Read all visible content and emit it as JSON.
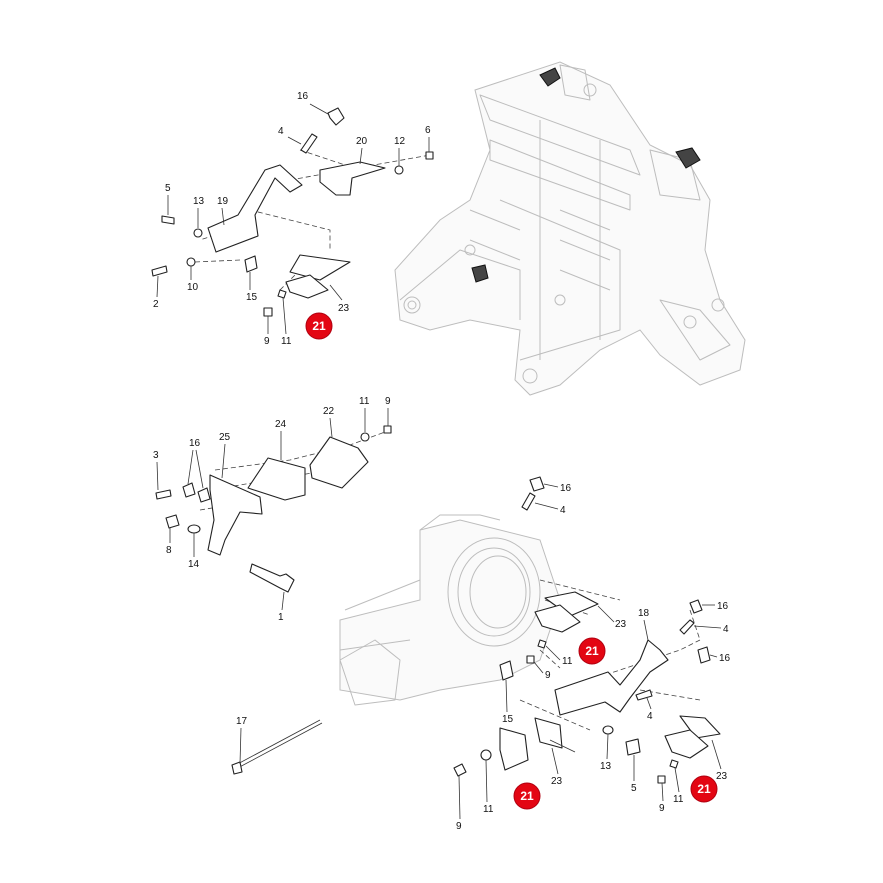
{
  "colors": {
    "highlight": "#e30613",
    "line": "#222222",
    "ghost": "#bdbdbd",
    "background": "#ffffff"
  },
  "highlighted_part": "21",
  "callouts": {
    "a": [
      "16",
      "4",
      "20",
      "12",
      "6",
      "5",
      "13",
      "19",
      "2",
      "10",
      "15",
      "23",
      "9",
      "11",
      "21"
    ],
    "b": [
      "11",
      "9",
      "22",
      "24",
      "16",
      "25",
      "3",
      "8",
      "14",
      "1",
      "17"
    ],
    "c": [
      "16",
      "4",
      "23",
      "21",
      "11",
      "9",
      "15",
      "18",
      "16",
      "4",
      "16",
      "13",
      "5",
      "23",
      "11",
      "9",
      "21",
      "23",
      "9",
      "11",
      "21"
    ]
  }
}
